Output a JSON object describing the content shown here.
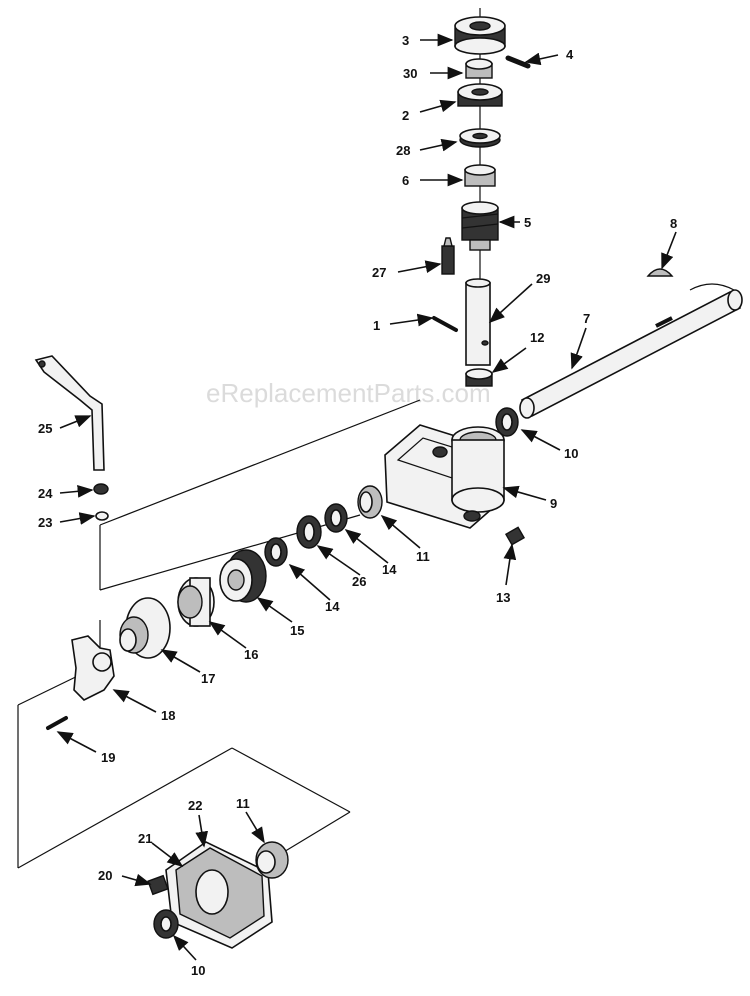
{
  "watermark": "eReplacementParts.com",
  "labels": {
    "l1": "1",
    "l2": "2",
    "l3": "3",
    "l4": "4",
    "l5": "5",
    "l6": "6",
    "l7": "7",
    "l8": "8",
    "l9": "9",
    "l10a": "10",
    "l10b": "10",
    "l11a": "11",
    "l11b": "11",
    "l12": "12",
    "l13": "13",
    "l14a": "14",
    "l14b": "14",
    "l15": "15",
    "l16": "16",
    "l17": "17",
    "l18": "18",
    "l19": "19",
    "l20": "20",
    "l21": "21",
    "l22": "22",
    "l23": "23",
    "l24": "24",
    "l25": "25",
    "l26": "26",
    "l27": "27",
    "l28": "28",
    "l29": "29",
    "l30": "30"
  }
}
